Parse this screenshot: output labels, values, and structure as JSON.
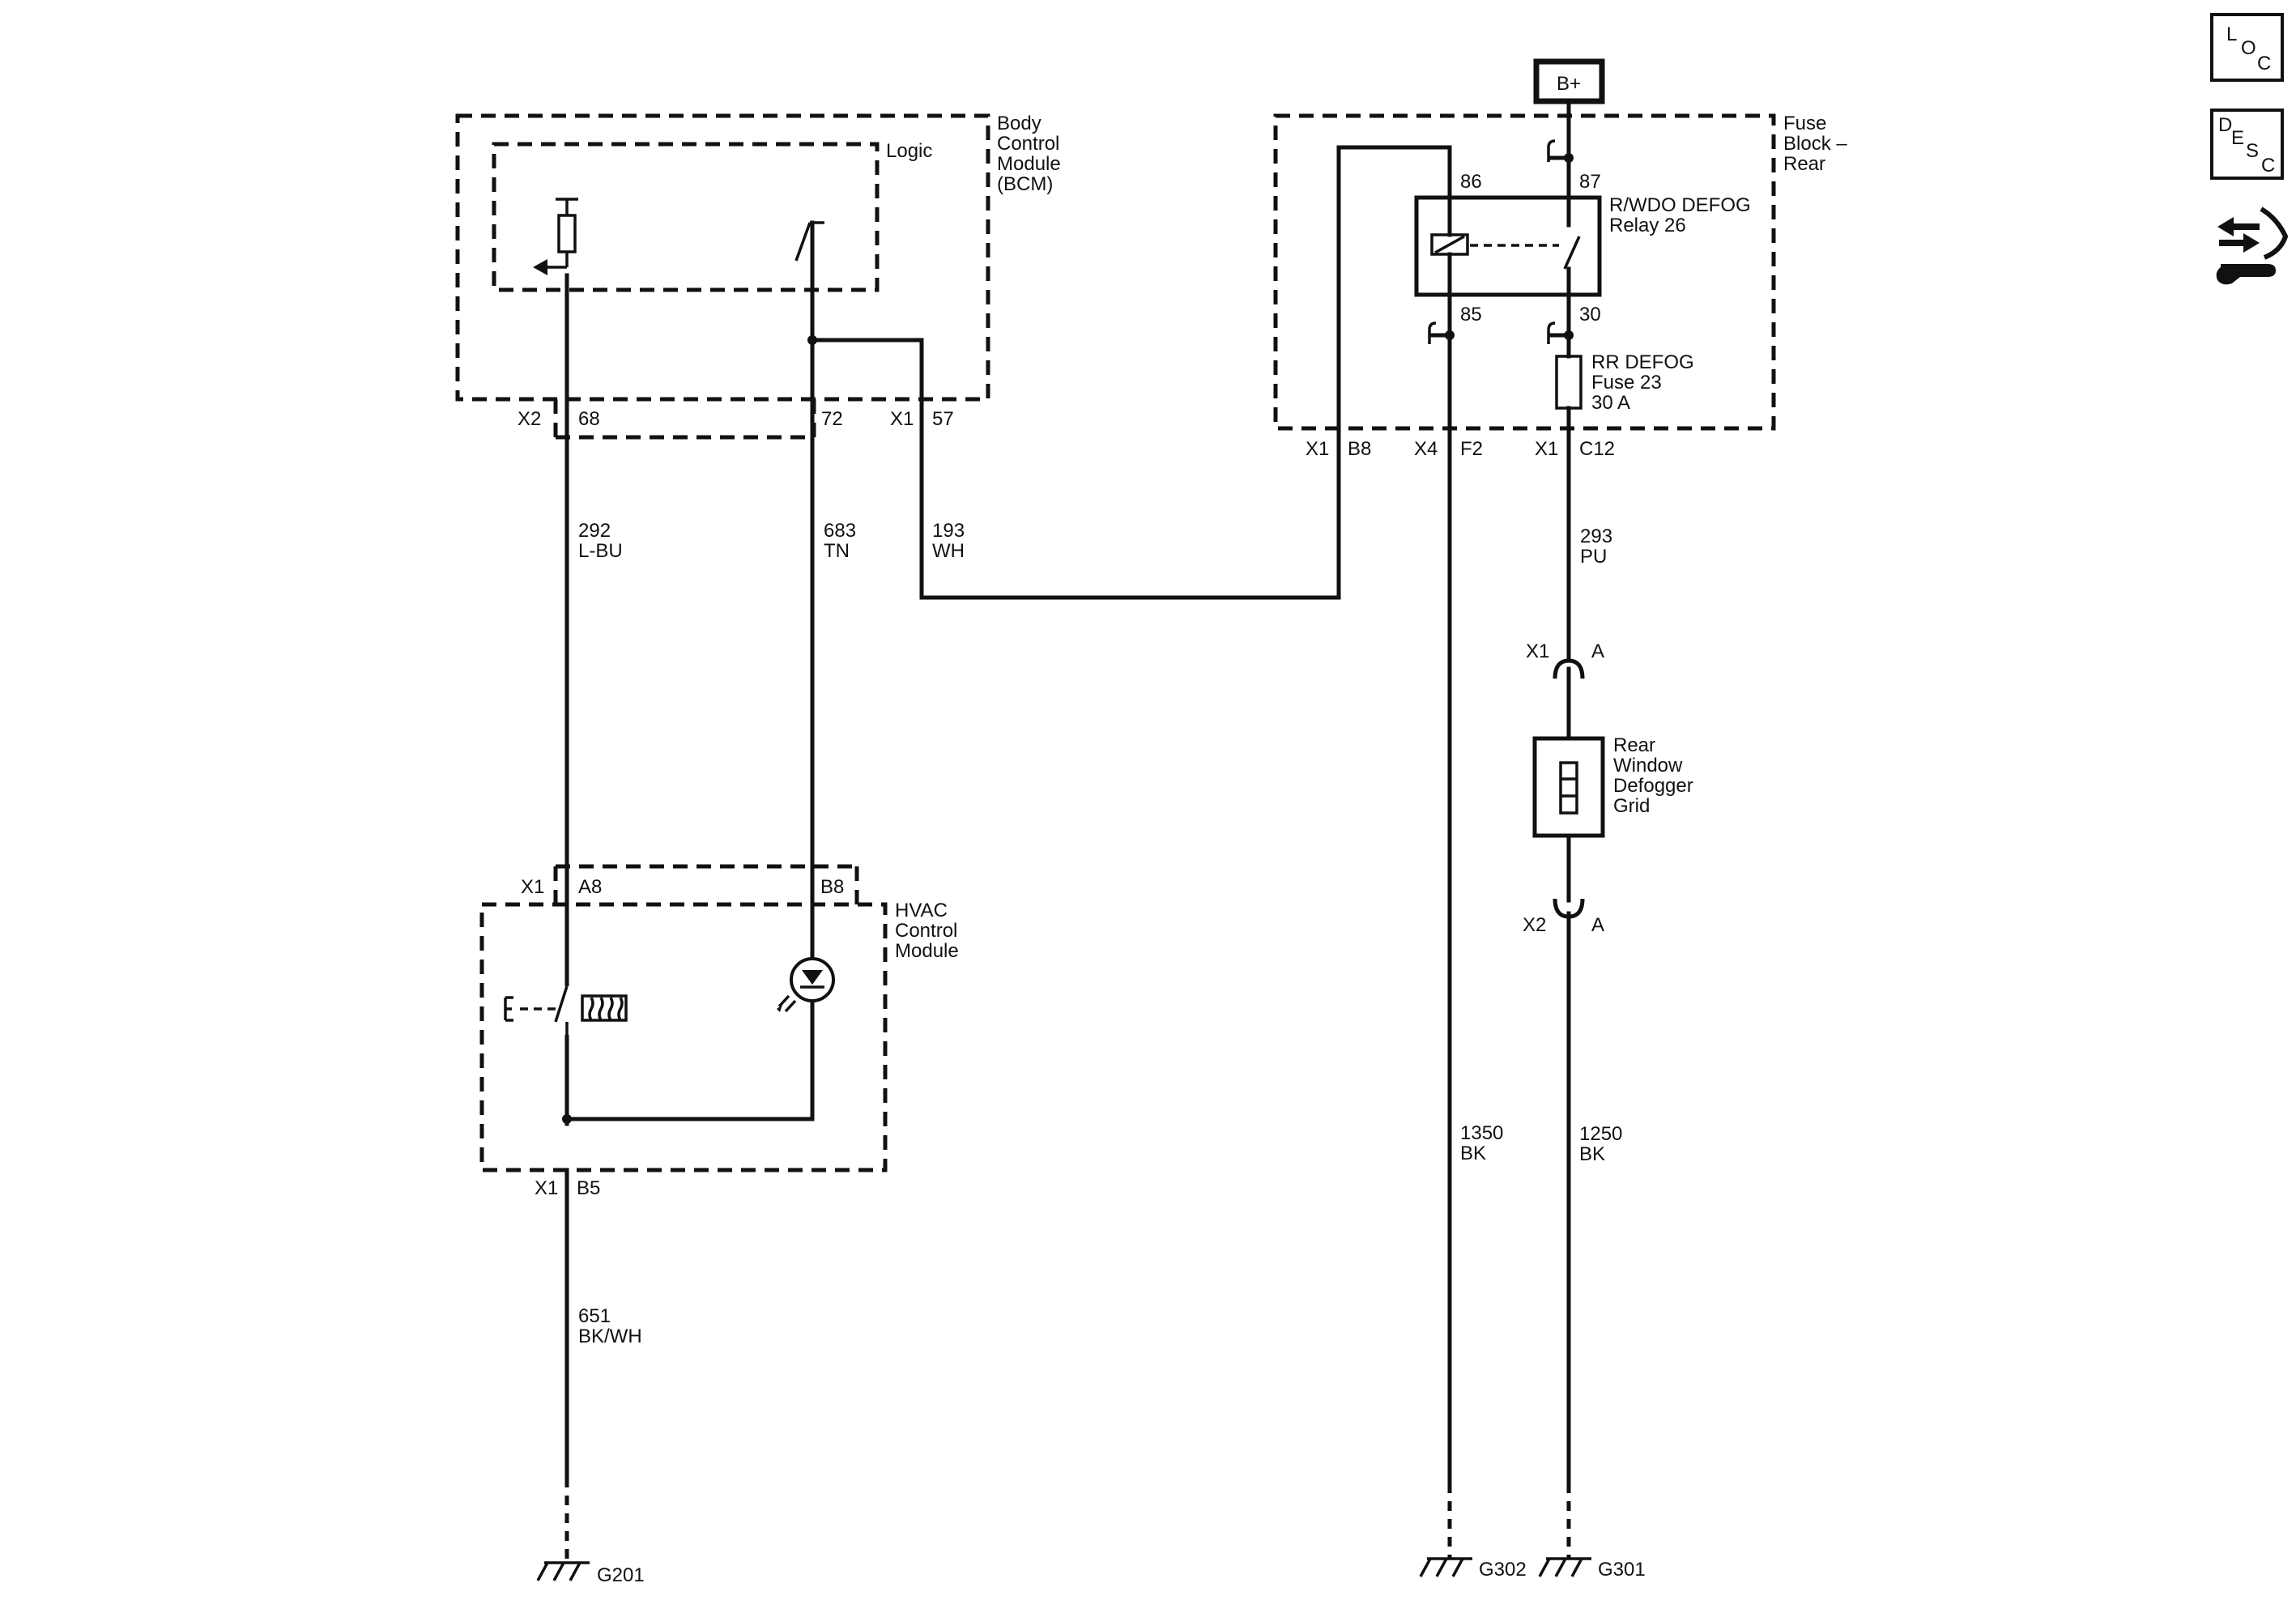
{
  "bcm": {
    "name": [
      "Body",
      "Control",
      "Module",
      "(BCM)"
    ],
    "logic": "Logic"
  },
  "fuse_block": {
    "name": [
      "Fuse",
      "Block –",
      "Rear"
    ]
  },
  "hvac": {
    "name": [
      "HVAC",
      "Control",
      "Module"
    ]
  },
  "power": {
    "label": "B+"
  },
  "relay": {
    "name": [
      "R/WDO DEFOG",
      "Relay 26"
    ],
    "pin_86": "86",
    "pin_87": "87",
    "pin_85": "85",
    "pin_30": "30"
  },
  "fuse": {
    "name": [
      "RR DEFOG",
      "Fuse 23",
      "30 A"
    ]
  },
  "grid": {
    "name": [
      "Rear",
      "Window",
      "Defogger",
      "Grid"
    ]
  },
  "connectors": {
    "bcm_x2": "X2",
    "bcm_68": "68",
    "bcm_72": "72",
    "bcm_x1": "X1",
    "bcm_57": "57",
    "fb_x1a": "X1",
    "fb_b8": "B8",
    "fb_x4": "X4",
    "fb_f2": "F2",
    "fb_x1b": "X1",
    "fb_c12": "C12",
    "hvac_x1": "X1",
    "hvac_a8": "A8",
    "hvac_b8": "B8",
    "hvac_x1_bottom": "X1",
    "hvac_b5": "B5",
    "grid_x1": "X1",
    "grid_x1_pin": "A",
    "grid_x2": "X2",
    "grid_x2_pin": "A"
  },
  "wires": [
    {
      "circuit": "292",
      "color": "L-BU"
    },
    {
      "circuit": "683",
      "color": "TN"
    },
    {
      "circuit": "193",
      "color": "WH"
    },
    {
      "circuit": "293",
      "color": "PU"
    },
    {
      "circuit": "651",
      "color": "BK/WH"
    },
    {
      "circuit": "1350",
      "color": "BK"
    },
    {
      "circuit": "1250",
      "color": "BK"
    }
  ],
  "grounds": {
    "g201": "G201",
    "g302": "G302",
    "g301": "G301"
  },
  "side_icons": {
    "loc": {
      "l1": "L",
      "l2": "O",
      "l3": "C"
    },
    "desc": {
      "l1": "D",
      "l2": "E",
      "l3": "S",
      "l4": "C"
    }
  }
}
